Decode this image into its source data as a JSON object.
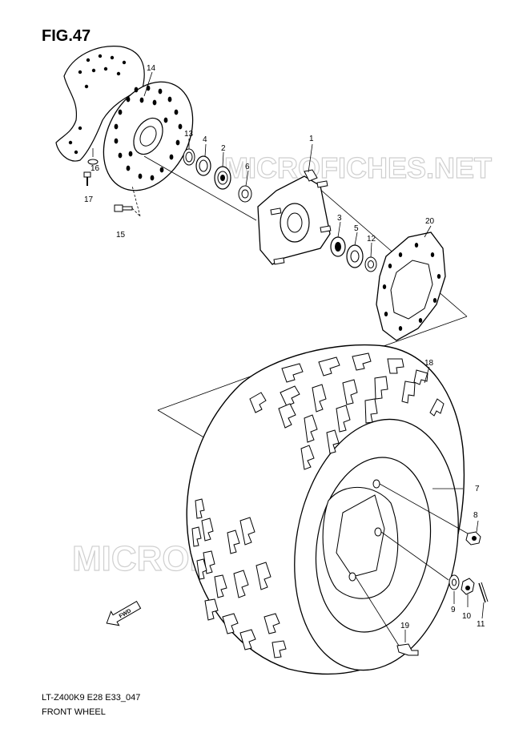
{
  "figure": {
    "title": "FIG.47"
  },
  "footer": {
    "model_code": "LT-Z400K9 E28 E33_047",
    "section_name": "FRONT WHEEL"
  },
  "watermark": {
    "text": "MICROFICHES.NET"
  },
  "direction_marker": {
    "text": "FWD"
  },
  "callouts": [
    "1",
    "2",
    "3",
    "4",
    "5",
    "6",
    "7",
    "8",
    "9",
    "10",
    "11",
    "12",
    "13",
    "14",
    "15",
    "16",
    "17",
    "18",
    "19",
    "20"
  ]
}
